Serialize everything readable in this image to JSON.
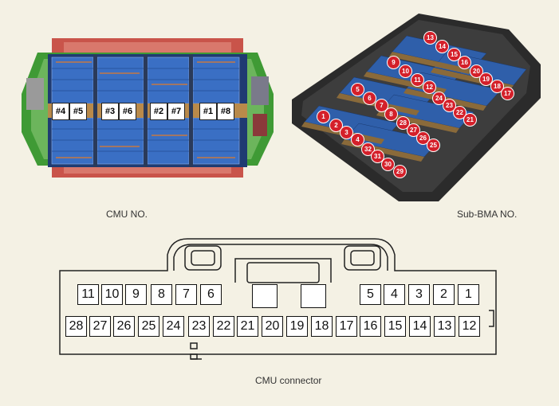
{
  "top_left": {
    "caption": "CMU NO.",
    "cmu_labels": [
      "#4",
      "#5",
      "#3",
      "#6",
      "#2",
      "#7",
      "#1",
      "#8"
    ]
  },
  "top_right": {
    "caption": "Sub-BMA NO.",
    "badges": [
      "13",
      "14",
      "15",
      "16",
      "20",
      "19",
      "18",
      "17",
      "9",
      "10",
      "11",
      "12",
      "24",
      "23",
      "22",
      "21",
      "5",
      "6",
      "7",
      "8",
      "28",
      "27",
      "26",
      "25",
      "1",
      "2",
      "3",
      "4",
      "32",
      "31",
      "30",
      "29"
    ]
  },
  "connector": {
    "caption": "CMU connector",
    "top_row_left": [
      "11",
      "10",
      "9",
      "8",
      "7",
      "6"
    ],
    "top_row_right": [
      "5",
      "4",
      "3",
      "2",
      "1"
    ],
    "bottom_row": [
      "28",
      "27",
      "26",
      "25",
      "24",
      "23",
      "22",
      "21",
      "20",
      "19",
      "18",
      "17",
      "16",
      "15",
      "14",
      "13",
      "12"
    ]
  },
  "colors": {
    "background": "#f4f1e4",
    "cell_blue": "#2e5fb4",
    "frame_red": "#c9544a",
    "frame_green": "#3f9a35",
    "badge_red": "#d4202a"
  }
}
